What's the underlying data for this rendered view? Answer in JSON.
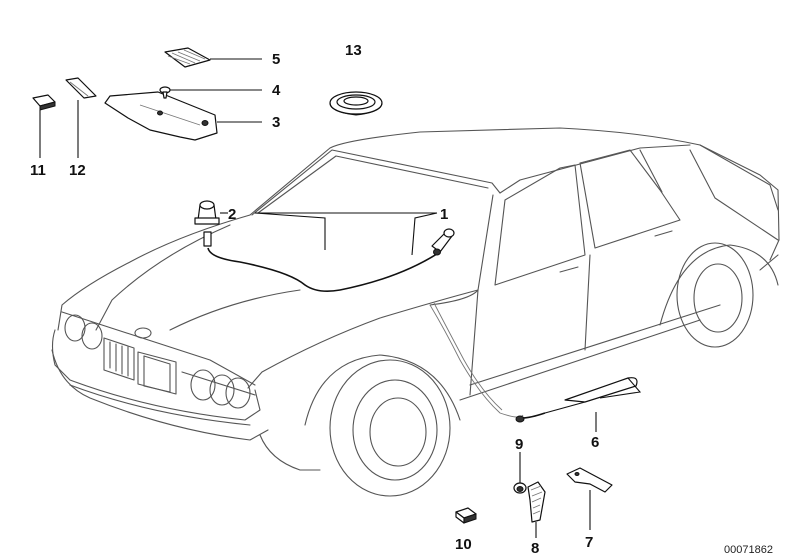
{
  "diagram": {
    "callouts": {
      "c1": "1",
      "c2": "2",
      "c3": "3",
      "c4": "4",
      "c5": "5",
      "c6": "6",
      "c7": "7",
      "c8": "8",
      "c9": "9",
      "c10": "10",
      "c11": "11",
      "c12": "12",
      "c13": "13"
    },
    "reference_number": "00071862"
  }
}
